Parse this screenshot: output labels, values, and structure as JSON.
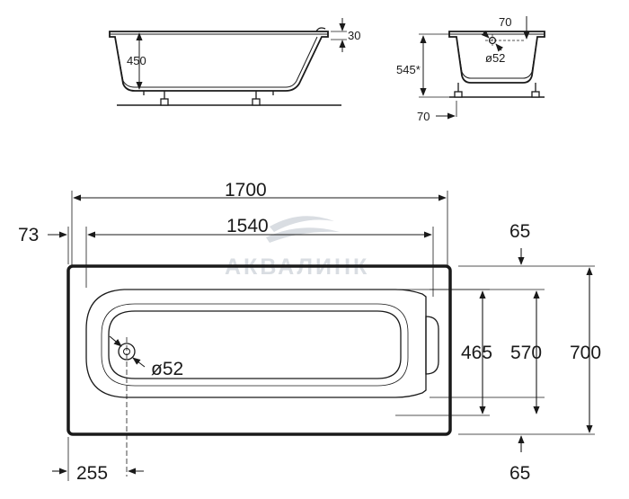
{
  "watermark": {
    "text": "АКВАЛИНК"
  },
  "side_view": {
    "height_label": "450",
    "rim_label": "30"
  },
  "end_view": {
    "overall_height_label": "545*",
    "drain_offset_label": "70",
    "drain_diameter_label": "ø52",
    "leg_offset_label": "70"
  },
  "top_view": {
    "overall_length_label": "1700",
    "inner_length_label": "1540",
    "left_offset_label": "73",
    "top_rim_label": "65",
    "bottom_rim_label": "65",
    "drain_label": "ø52",
    "drain_offset_label": "255",
    "inner_width_label": "465",
    "mid_width_label": "570",
    "overall_width_label": "700"
  },
  "colors": {
    "line": "#1a1a1a",
    "watermark": "#d9dde2"
  }
}
